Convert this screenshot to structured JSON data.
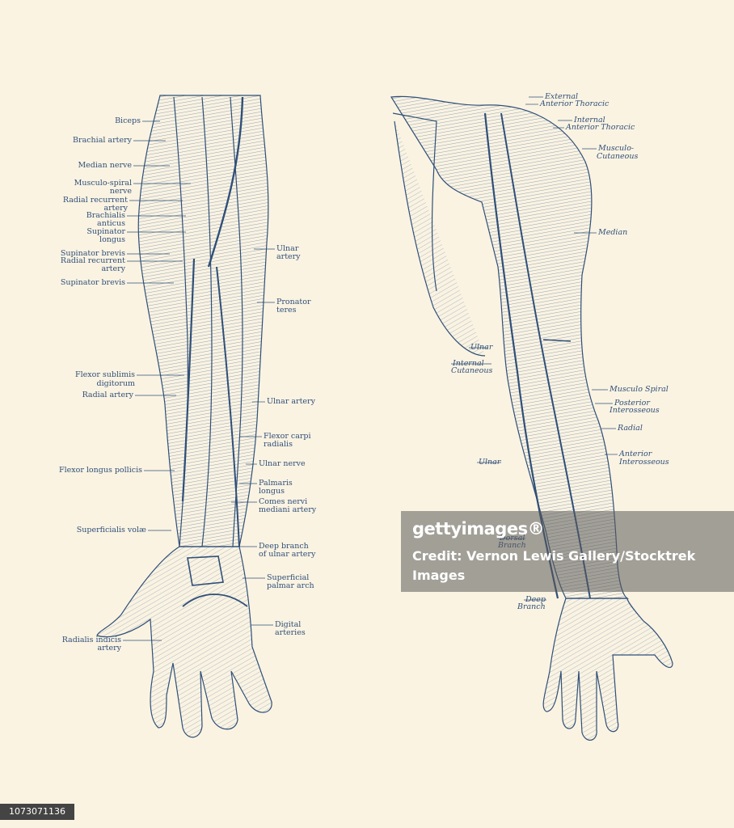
{
  "left_labels": [
    {
      "text": "Biceps",
      "side": "l"
    },
    {
      "text": "Brachial artery",
      "side": "l"
    },
    {
      "text": "Median nerve",
      "side": "l"
    },
    {
      "text": "Musculo-spiral",
      "side": "l"
    },
    {
      "text": "nerve",
      "side": "l"
    },
    {
      "text": "Radial recurrent",
      "side": "l"
    },
    {
      "text": "artery",
      "side": "l"
    },
    {
      "text": "Brachialis",
      "side": "l"
    },
    {
      "text": "anticus",
      "side": "l"
    },
    {
      "text": "Supinator",
      "side": "l"
    },
    {
      "text": "longus",
      "side": "l"
    },
    {
      "text": "Supinator brevis",
      "side": "l"
    },
    {
      "text": "Radial recurrent",
      "side": "l"
    },
    {
      "text": "artery",
      "side": "l"
    },
    {
      "text": "Supinator brevis",
      "side": "l"
    },
    {
      "text": "Flexor sublimis",
      "side": "l"
    },
    {
      "text": "digitorum",
      "side": "l"
    },
    {
      "text": "Radial artery",
      "side": "l"
    },
    {
      "text": "Flexor longus pollicis",
      "side": "l"
    },
    {
      "text": "Superficialis volæ",
      "side": "l"
    },
    {
      "text": "Radialis indicis",
      "side": "l"
    },
    {
      "text": "artery",
      "side": "l"
    },
    {
      "text": "Ulnar",
      "side": "r"
    },
    {
      "text": "artery",
      "side": "r"
    },
    {
      "text": "Pronator",
      "side": "r"
    },
    {
      "text": "teres",
      "side": "r"
    },
    {
      "text": "Ulnar artery",
      "side": "r"
    },
    {
      "text": "Flexor carpi",
      "side": "r"
    },
    {
      "text": "radialis",
      "side": "r"
    },
    {
      "text": "Ulnar nerve",
      "side": "r"
    },
    {
      "text": "Palmaris",
      "side": "r"
    },
    {
      "text": "longus",
      "side": "r"
    },
    {
      "text": "Comes nervi",
      "side": "r"
    },
    {
      "text": "mediani artery",
      "side": "r"
    },
    {
      "text": "Deep branch",
      "side": "r"
    },
    {
      "text": "of ulnar artery",
      "side": "r"
    },
    {
      "text": "Superficial",
      "side": "r"
    },
    {
      "text": "palmar arch",
      "side": "r"
    },
    {
      "text": "Digital",
      "side": "r"
    },
    {
      "text": "arteries",
      "side": "r"
    }
  ],
  "right_labels": [
    {
      "text": "External"
    },
    {
      "text": "Anterior Thoracic"
    },
    {
      "text": "Internal"
    },
    {
      "text": "Anterior Thoracic"
    },
    {
      "text": "Musculo-"
    },
    {
      "text": "Cutaneous"
    },
    {
      "text": "Median"
    },
    {
      "text": "Ulnar"
    },
    {
      "text": "Internal"
    },
    {
      "text": "Cutaneous"
    },
    {
      "text": "Musculo Spiral"
    },
    {
      "text": "Posterior"
    },
    {
      "text": "Interosseous"
    },
    {
      "text": "Radial"
    },
    {
      "text": "Anterior"
    },
    {
      "text": "Interosseous"
    },
    {
      "text": "Ulnar"
    },
    {
      "text": "Dorsal"
    },
    {
      "text": "Branch"
    },
    {
      "text": "Deep"
    },
    {
      "text": "Branch"
    }
  ],
  "watermark": {
    "logo": "gettyimages®",
    "credit": "Credit: Vernon Lewis Gallery/Stocktrek Images"
  },
  "image_id": "1073071136",
  "colors": {
    "ink": "#2f4f78",
    "paper": "#faf3e2"
  }
}
